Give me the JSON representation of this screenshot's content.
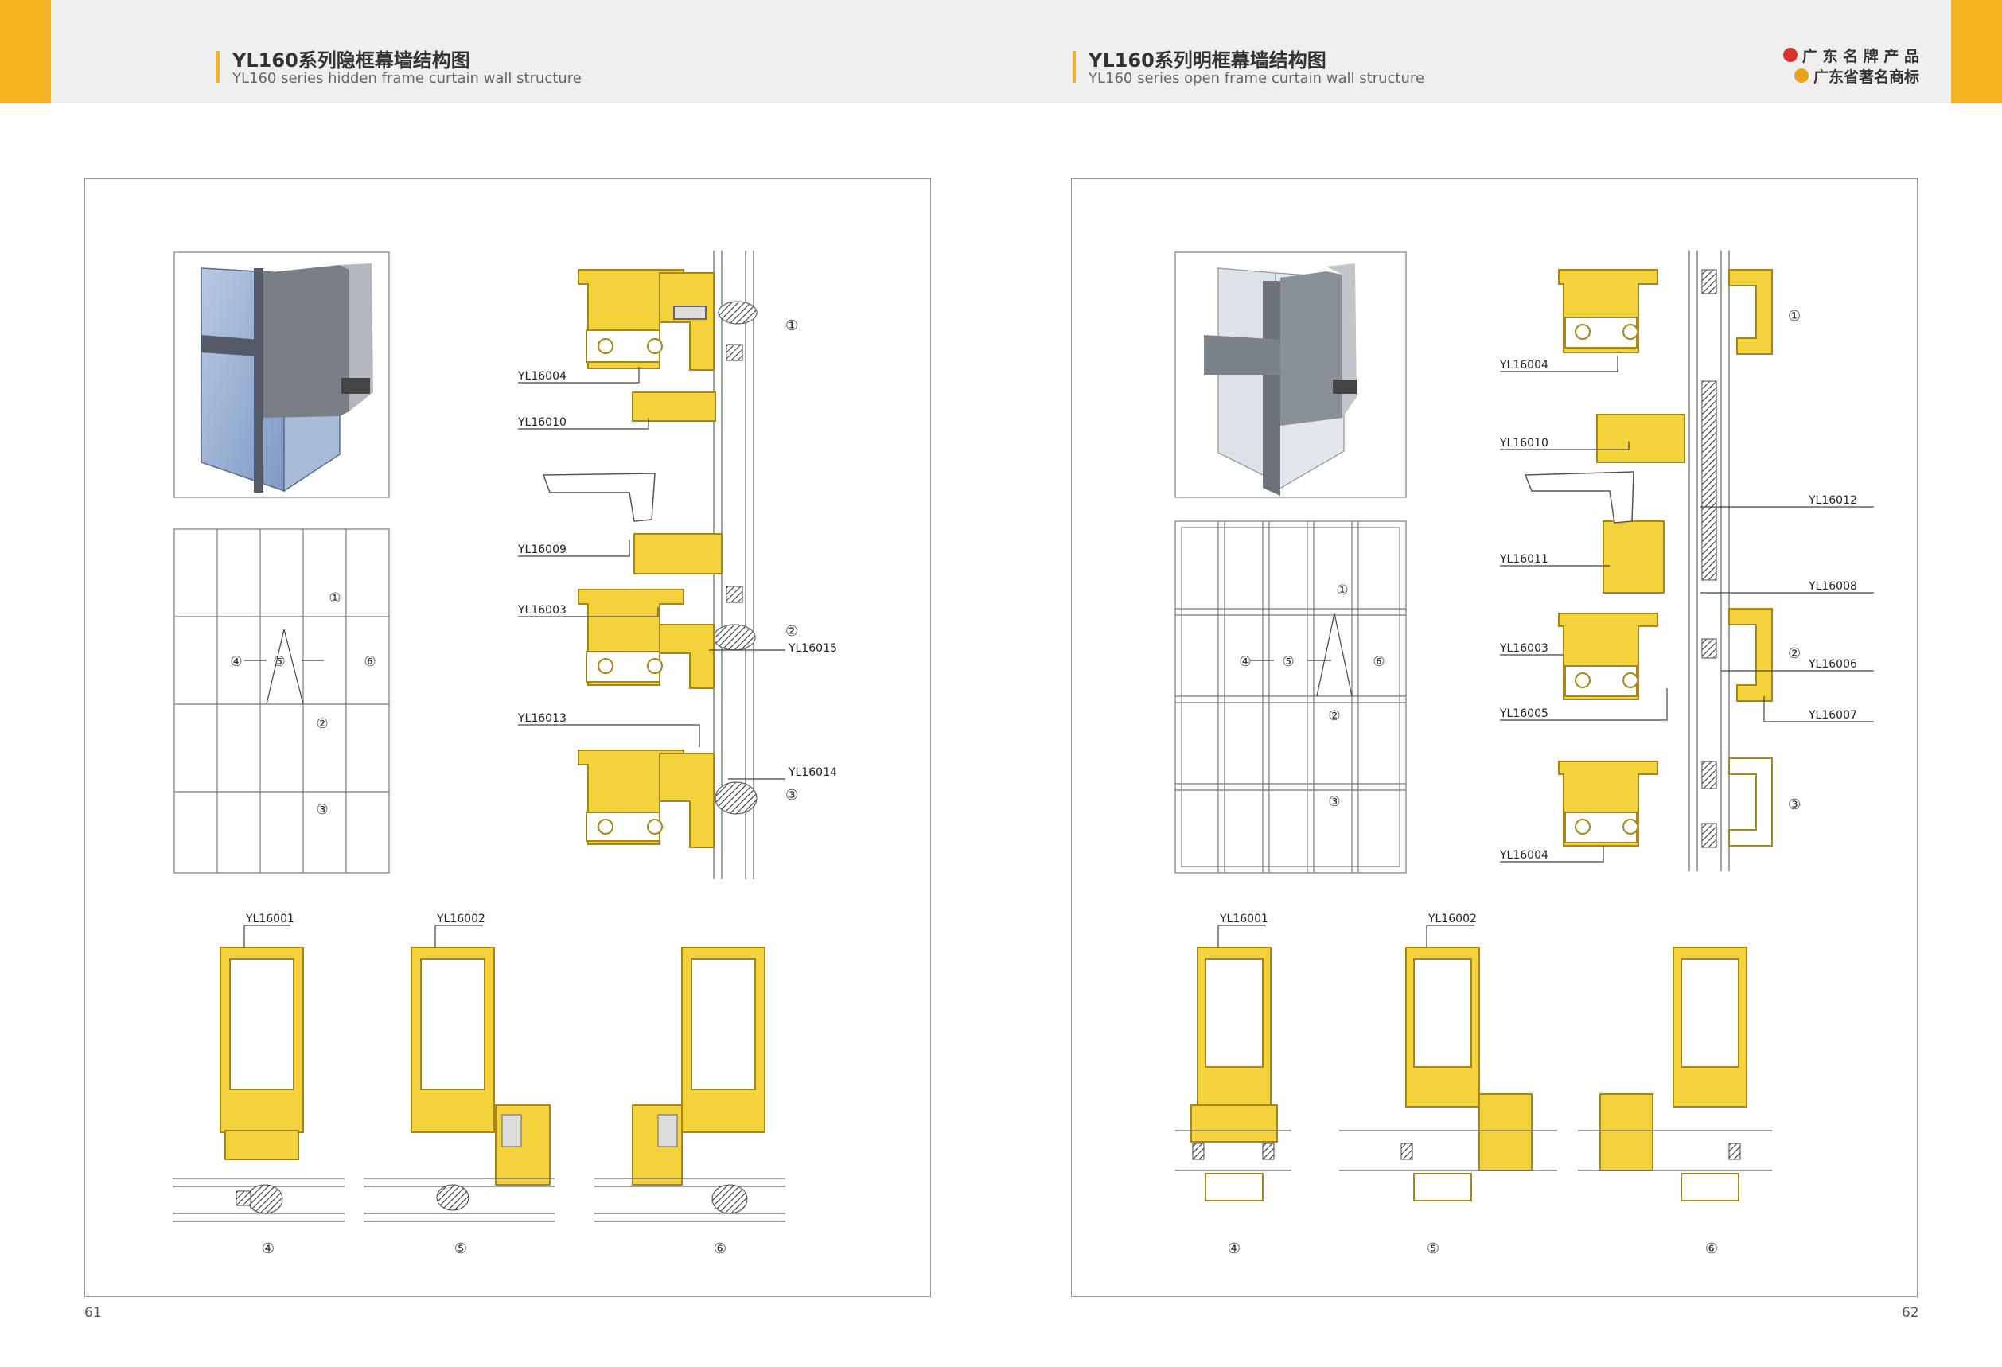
{
  "left_page": {
    "title_zh": "YL160系列隐框幕墙结构图",
    "title_en": "YL160 series hidden frame curtain wall structure",
    "page_number": "61",
    "parts": [
      "YL16004",
      "YL16010",
      "YL16009",
      "YL16003",
      "YL16015",
      "YL16013",
      "YL16014"
    ],
    "bottom_parts": [
      "YL16001",
      "YL16002"
    ],
    "node_markers": [
      "①",
      "②",
      "③"
    ],
    "elevation_markers": [
      "①",
      "④",
      "⑤",
      "⑥",
      "②",
      "③"
    ],
    "section_markers": [
      "④",
      "⑤",
      "⑥"
    ]
  },
  "right_page": {
    "title_zh": "YL160系列明框幕墙结构图",
    "title_en": "YL160 series open frame curtain wall structure",
    "page_number": "62",
    "parts": [
      "YL16004",
      "YL16010",
      "YL16012",
      "YL16011",
      "YL16008",
      "YL16003",
      "YL16006",
      "YL16005",
      "YL16007",
      "YL16004"
    ],
    "bottom_parts": [
      "YL16001",
      "YL16002"
    ],
    "node_markers": [
      "①",
      "②",
      "③"
    ],
    "elevation_markers": [
      "①",
      "④",
      "⑤",
      "⑥",
      "②",
      "③"
    ],
    "section_markers": [
      "④",
      "⑤",
      "⑥"
    ]
  },
  "brand": {
    "line1": "广 东 名 牌 产 品",
    "line2": "广东省著名商标",
    "badge1_color": "#d8332a",
    "badge2_color": "#e8a21a"
  },
  "colors": {
    "accent": "#f5b523",
    "profile_fill": "#f3d23b",
    "profile_stroke": "#a8871a",
    "header_bg": "#efefef"
  }
}
